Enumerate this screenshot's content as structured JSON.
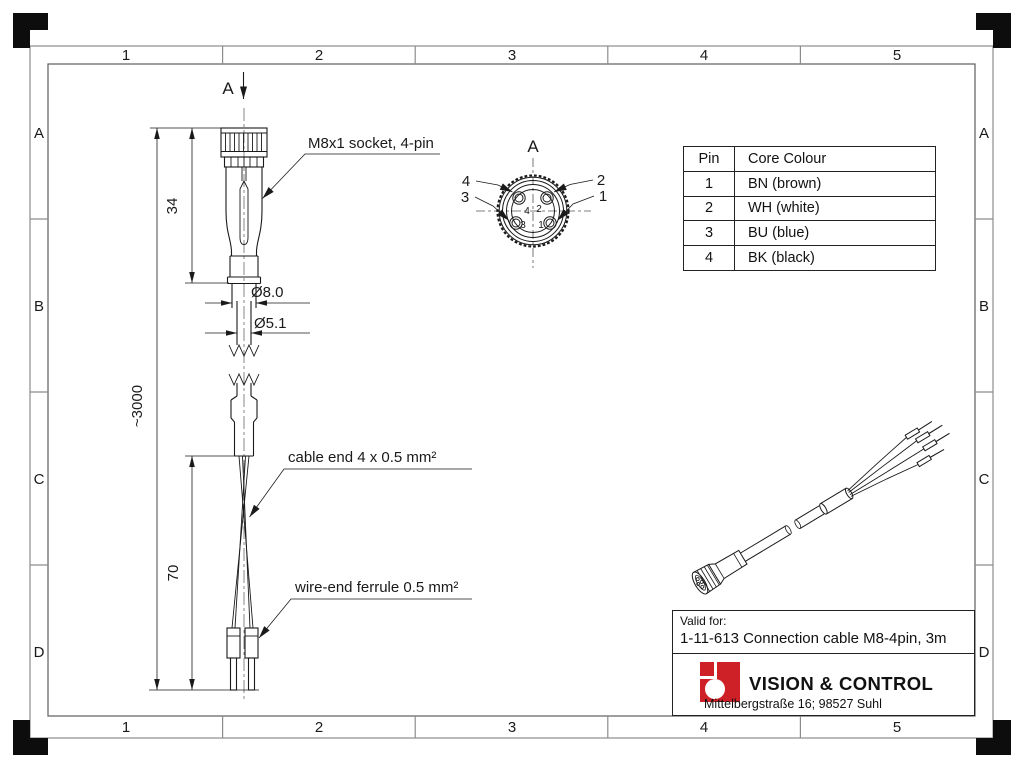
{
  "sheet": {
    "grid_columns": [
      "1",
      "2",
      "3",
      "4",
      "5"
    ],
    "grid_rows": [
      "A",
      "B",
      "C",
      "D"
    ]
  },
  "front_view": {
    "section_cut_label": "A",
    "socket_label": "M8x1 socket, 4-pin",
    "dim_connector_length": "34",
    "dim_total_length": "~3000",
    "dim_wire_length": "70",
    "dim_boot_diameter": "Ø8.0",
    "dim_cable_diameter": "Ø5.1",
    "cable_end_label": "cable end 4 x 0.5 mm²",
    "ferrule_label": "wire-end ferrule 0.5 mm²"
  },
  "section_view": {
    "title": "A",
    "pin_label_4": "4",
    "pin_label_3": "3",
    "pin_label_2": "2",
    "pin_label_1": "1",
    "inner_pin_4": "4",
    "inner_pin_2": "2",
    "inner_pin_3": "3",
    "inner_pin_1": "1"
  },
  "pin_table": {
    "headers": [
      "Pin",
      "Core Colour"
    ],
    "rows": [
      [
        "1",
        "BN (brown)"
      ],
      [
        "2",
        "WH (white)"
      ],
      [
        "3",
        "BU (blue)"
      ],
      [
        "4",
        "BK (black)"
      ]
    ]
  },
  "title_block": {
    "valid_for_label": "Valid for:",
    "item_text": "1-11-613 Connection cable M8-4pin, 3m",
    "company_name": "VISION & CONTROL",
    "company_address": "Mittelbergstraße 16; 98527 Suhl",
    "brand_color": "#cd2027"
  }
}
